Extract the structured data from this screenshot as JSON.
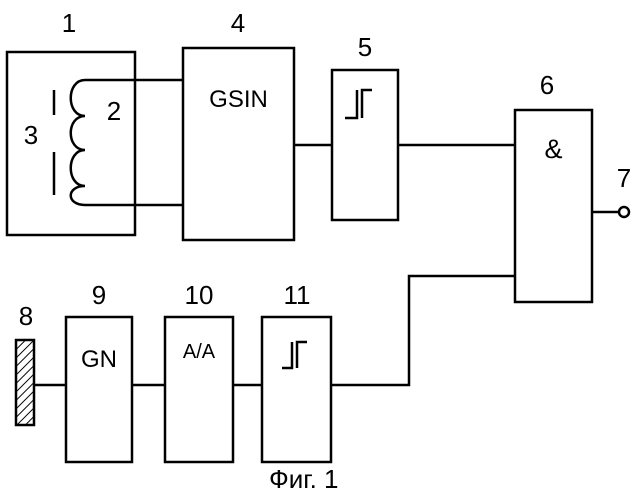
{
  "caption": "Фиг. 1",
  "blocks": {
    "b1": {
      "number": "1"
    },
    "b2": {
      "number": "2"
    },
    "b3": {
      "number": "3"
    },
    "b4": {
      "number": "4",
      "label": "GSIN"
    },
    "b5": {
      "number": "5"
    },
    "b6": {
      "number": "6",
      "label": "&"
    },
    "b7": {
      "number": "7"
    },
    "b8": {
      "number": "8"
    },
    "b9": {
      "number": "9",
      "label": "GN"
    },
    "b10": {
      "number": "10",
      "label": "A/A"
    },
    "b11": {
      "number": "11"
    }
  }
}
